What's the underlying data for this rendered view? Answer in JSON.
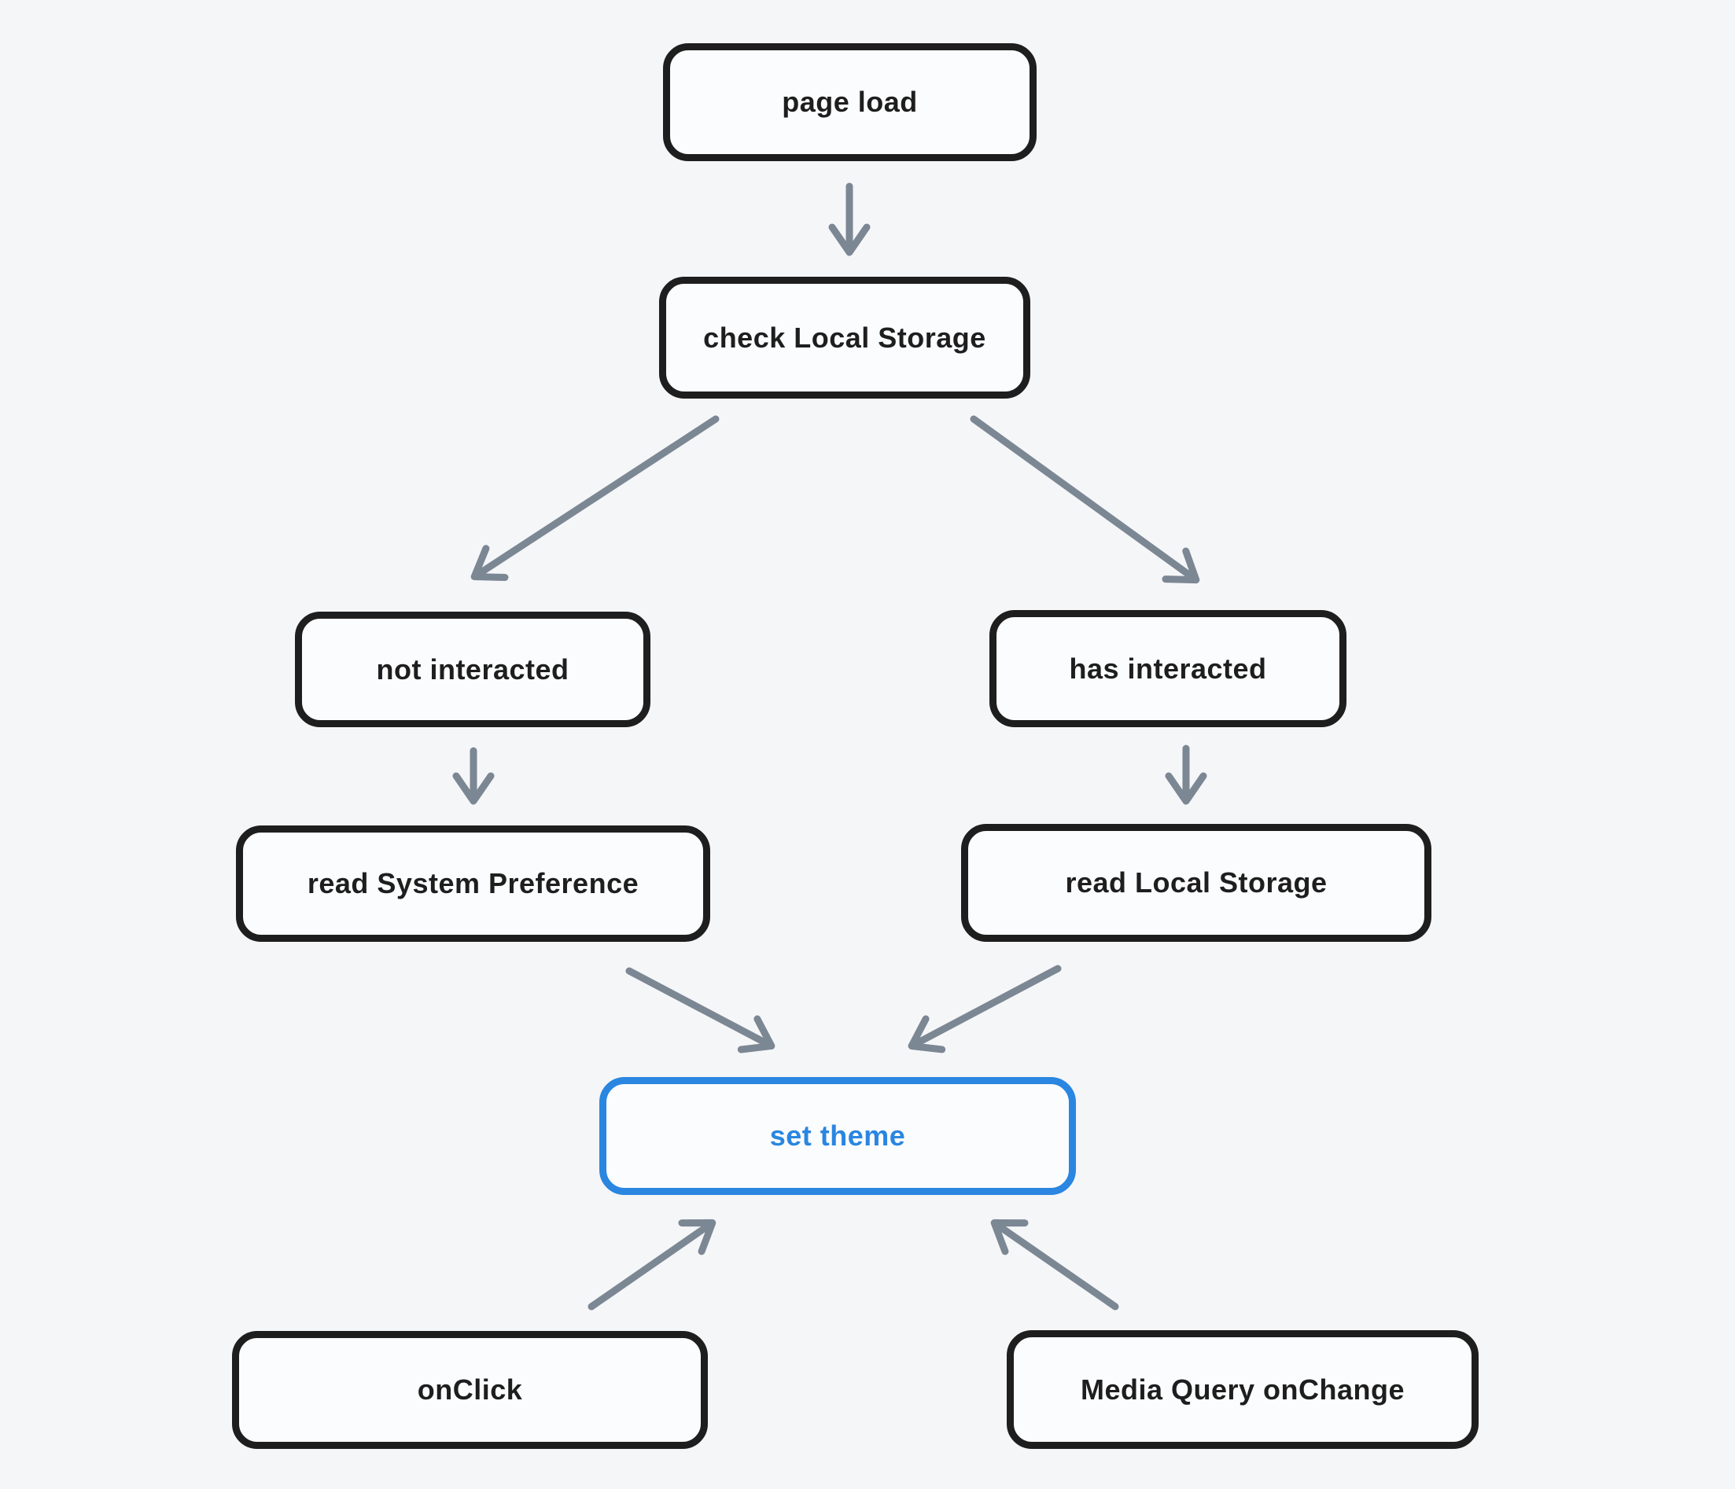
{
  "canvas": {
    "colors": {
      "background": "#f5f6f8",
      "node_stroke": "#1e1e1e",
      "node_fill": "#fbfcfd",
      "arrow": "#7c8794",
      "accent": "#2a86e0"
    }
  },
  "nodes": [
    {
      "id": "page-load",
      "label": "page load"
    },
    {
      "id": "check-local-storage",
      "label": "check Local Storage"
    },
    {
      "id": "not-interacted",
      "label": "not interacted"
    },
    {
      "id": "has-interacted",
      "label": "has interacted"
    },
    {
      "id": "read-system-preference",
      "label": "read System Preference"
    },
    {
      "id": "read-local-storage",
      "label": "read Local Storage"
    },
    {
      "id": "set-theme",
      "label": "set theme",
      "highlighted": true
    },
    {
      "id": "onclick",
      "label": "onClick"
    },
    {
      "id": "media-query-onchange",
      "label": "Media Query onChange"
    }
  ],
  "edges": [
    {
      "from": "page-load",
      "to": "check-local-storage"
    },
    {
      "from": "check-local-storage",
      "to": "not-interacted"
    },
    {
      "from": "check-local-storage",
      "to": "has-interacted"
    },
    {
      "from": "not-interacted",
      "to": "read-system-preference"
    },
    {
      "from": "has-interacted",
      "to": "read-local-storage"
    },
    {
      "from": "read-system-preference",
      "to": "set-theme"
    },
    {
      "from": "read-local-storage",
      "to": "set-theme"
    },
    {
      "from": "onclick",
      "to": "set-theme"
    },
    {
      "from": "media-query-onchange",
      "to": "set-theme"
    }
  ]
}
